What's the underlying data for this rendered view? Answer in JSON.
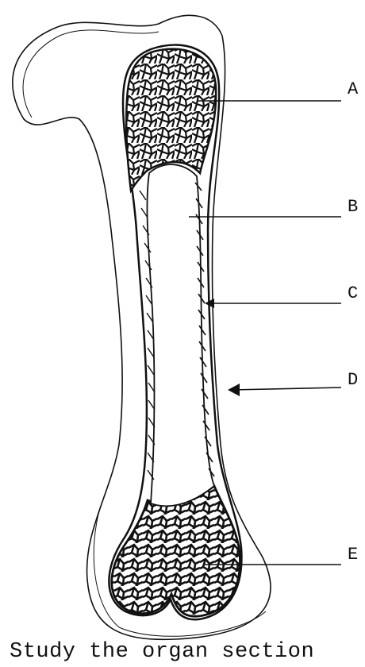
{
  "labels": {
    "a": "A",
    "b": "B",
    "c": "C",
    "d": "D",
    "e": "E"
  },
  "caption": "Study the organ section",
  "colors": {
    "ink": "#111111",
    "paper": "#ffffff"
  }
}
